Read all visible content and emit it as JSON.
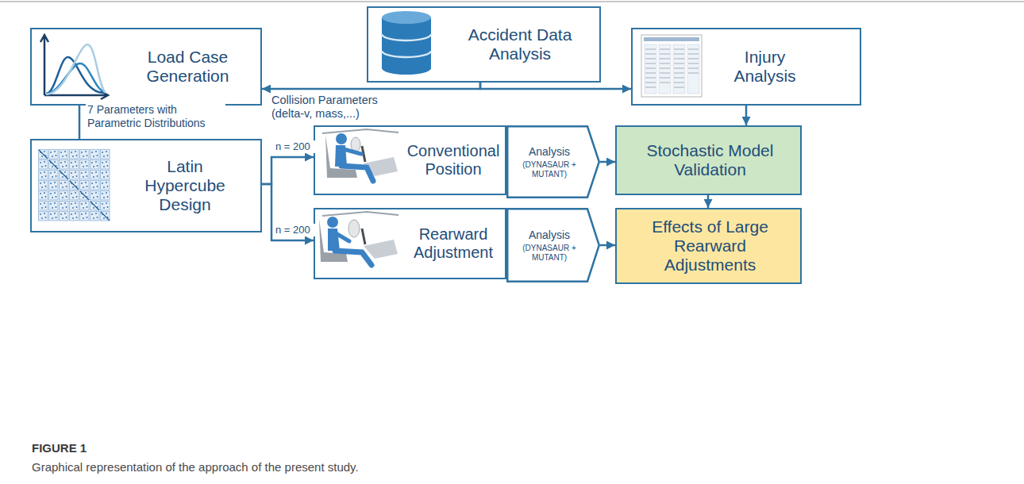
{
  "diagram": {
    "caption": "Graphical representation of the approach of the present study.",
    "nodes": [
      {
        "text": [
          "Accident Data Analysis"
        ]
      },
      {
        "text": [
          "Load Case Generation"
        ]
      },
      {
        "text": [
          "Injury Analysis"
        ]
      },
      {
        "text": [
          "Latin Hypercube Design"
        ]
      },
      {
        "text": [
          "Conventional Position"
        ]
      },
      {
        "text": [
          "Analysis",
          "(DYNASAUR + MUTANT)"
        ]
      },
      {
        "text": [
          "Stochastic Model Validation"
        ]
      },
      {
        "text": [
          "Rearward Adjustment"
        ]
      },
      {
        "text": [
          "Analysis",
          "(DYNASAUR + MUTANT)"
        ]
      },
      {
        "text": [
          "Effects of Large Rearward Adjustments"
        ]
      }
    ],
    "edges": [
      {
        "from": 0,
        "to": 1,
        "arrow": "to",
        "label": "Collision Parameters (delta-v, mass,...)"
      },
      {
        "from": 0,
        "to": 2,
        "arrow": "to"
      },
      {
        "from": 1,
        "to": 3,
        "arrow": "none",
        "label": "7 Parameters with Parametric Distributions"
      },
      {
        "from": 3,
        "to": 4,
        "arrow": "to",
        "label": "n = 200"
      },
      {
        "from": 3,
        "to": 7,
        "arrow": "to",
        "label": "n = 200"
      },
      {
        "from": 5,
        "to": 6,
        "arrow": "to"
      },
      {
        "from": 8,
        "to": 9,
        "arrow": "to"
      },
      {
        "from": 2,
        "to": 6,
        "arrow": "to"
      },
      {
        "from": 6,
        "to": 9,
        "arrow": "to"
      }
    ],
    "labels": [
      "FIGURE 1"
    ]
  }
}
